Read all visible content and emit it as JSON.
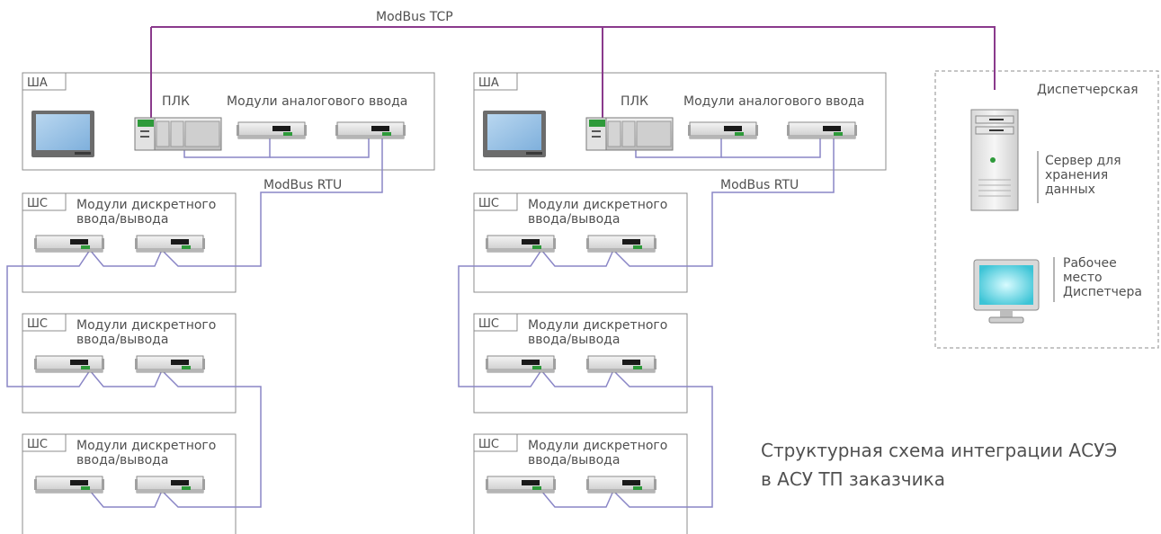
{
  "network": {
    "top_bus_label": "ModBus TCP",
    "rtu_label_left": "ModBus RTU",
    "rtu_label_right": "ModBus RTU"
  },
  "cabinets": {
    "sha_tag": "ША",
    "shs_tag": "ШС",
    "plc_label": "ПЛК",
    "analog_modules_label": "Модули аналогового ввода",
    "discrete_modules_line1": "Модули дискретного",
    "discrete_modules_line2": "ввода/вывода"
  },
  "dispatch": {
    "title": "Диспетчерская",
    "server_label": [
      "Сервер для",
      "хранения",
      "данных"
    ],
    "workstation_label": [
      "Рабочее",
      "место",
      "Диспетчера"
    ]
  },
  "caption": {
    "line1": "Структурная схема интеграции АСУЭ",
    "line2": "в АСУ ТП заказчика"
  },
  "colors": {
    "tcp_line": "#8a3a8c",
    "rtu_line": "#8a86c6",
    "frame": "#8c8c8c",
    "dashed_frame": "#8c8c8c",
    "monitor_screen": "#9fc5e8",
    "workstation_screen": "#5fd3e0",
    "status_led": "#2e9a3a"
  }
}
